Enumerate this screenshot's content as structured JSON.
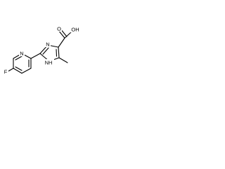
{
  "molecule": {
    "atoms": {
      "f": "F",
      "n_pyridine": "N",
      "n_imidazole_top": "N",
      "nh_imidazole": "NH",
      "o_carbonyl": "O",
      "oh_acid": "OH"
    },
    "colors": {
      "bond": "#000000",
      "label": "#000000",
      "background": "#ffffff"
    }
  }
}
